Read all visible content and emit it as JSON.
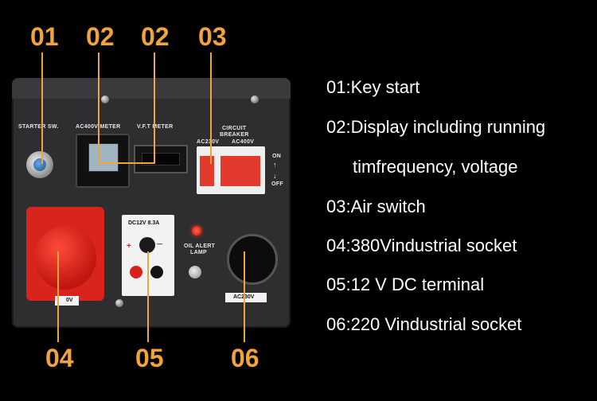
{
  "callouts": {
    "n01": "01",
    "n02a": "02",
    "n02b": "02",
    "n03": "03",
    "n04": "04",
    "n05": "05",
    "n06": "06"
  },
  "features": [
    "01:Key start",
    "02:Display including running",
    "timfrequency, voltage",
    "03:Air switch",
    "04:380Vindustrial socket",
    "05:12 V DC terminal",
    "06:220 Vindustrial socket"
  ],
  "panel_labels": {
    "starter": "STARTER SW.",
    "ac400_meter": "AC400V METER",
    "vft_meter": "V.F.T METER",
    "breaker_title_1": "CIRCUIT",
    "breaker_title_2": "BREAKER",
    "ac230": "AC230V",
    "ac400": "AC400V",
    "on": "ON",
    "off": "OFF",
    "dc_rating": "DC12V 8.3A",
    "oil_alert_1": "OIL ALERT",
    "oil_alert_2": "LAMP",
    "socket_230": "AC230V",
    "socket_400_partial": "0V",
    "plus": "+",
    "minus": "—"
  },
  "colors": {
    "accent": "#f2a33a",
    "background": "#000000",
    "text": "#ffffff",
    "panel": "#2e2e30",
    "socket_red": "#e0201c",
    "lamp_red": "#ff2a1a"
  },
  "icons": [
    "key-switch-icon",
    "ground-icon",
    "arrow-up-icon",
    "arrow-down-icon"
  ]
}
